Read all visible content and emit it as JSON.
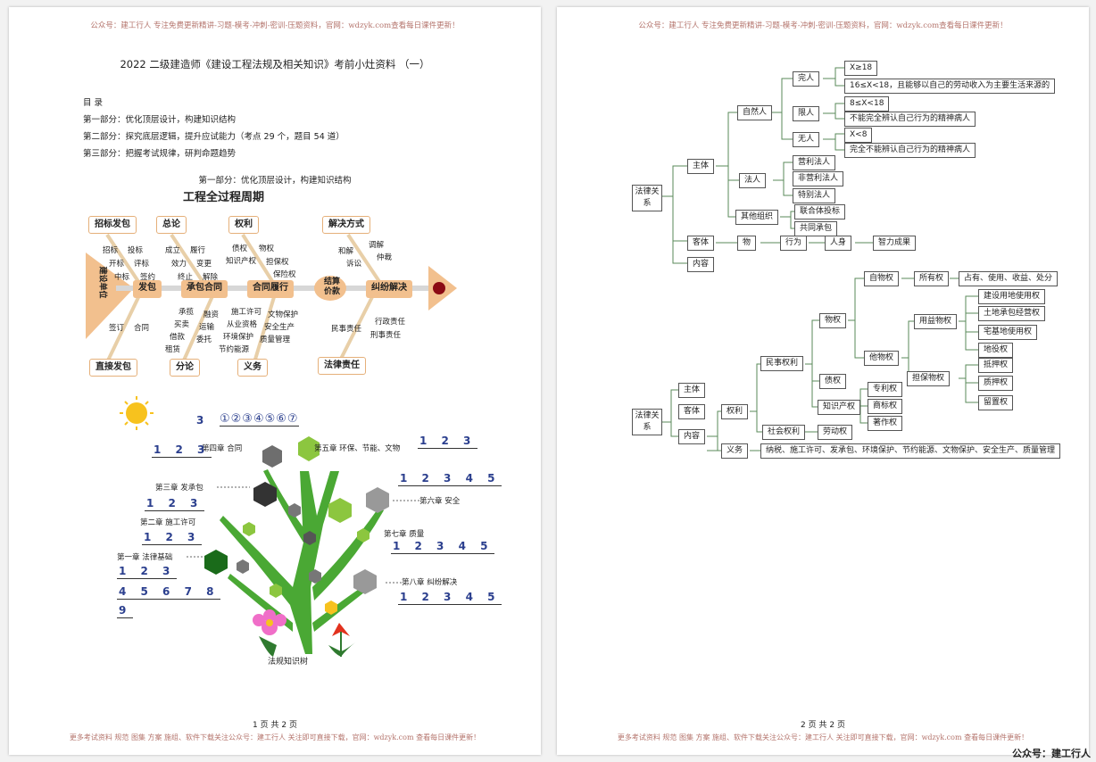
{
  "header": "公众号：建工行人  专注免费更新精讲-习题-模考-冲刺-密训-压题资料，官网：wdzyk.com查看每日课件更新！",
  "footer": "更多考试资料 规范 图集 方案 施组、软件下载关注公众号：建工行人  关注即可直接下载，官网：wdzyk.com 查看每日课件更新！",
  "watermark": "公众号：建工行人",
  "page1": {
    "page_number": "1 页 共 2 页",
    "title": "2022 二级建造师《建设工程法规及相关知识》考前小灶资料 （一）",
    "toc": [
      "目  录",
      "第一部分：优化顶层设计，构建知识结构",
      "第二部分：探究底层逻辑，提升应试能力（考点 29 个，题目 54 道）",
      "第三部分：把握考试规律，研判命题趋势"
    ],
    "section_title": "第一部分：优化顶层设计，构建知识结构",
    "fishbone": {
      "title": "工程全过程周期",
      "head": "建设单位",
      "nodes": [
        "发包",
        "承包合同",
        "合同履行",
        "结算价款",
        "纠纷解决"
      ],
      "top_boxes": [
        "招标发包",
        "总论",
        "权利",
        "解决方式"
      ],
      "bottom_boxes": [
        "直接发包",
        "分论",
        "义务",
        "法律责任"
      ],
      "labels": [
        "招标",
        "投标",
        "开标",
        "评标",
        "中标",
        "签约",
        "成立",
        "履行",
        "效力",
        "变更",
        "终止",
        "解除",
        "债权",
        "物权",
        "知识产权",
        "担保权",
        "保险权",
        "和解",
        "调解",
        "诉讼",
        "仲裁",
        "签订",
        "合同",
        "承揽",
        "融资",
        "买卖",
        "运输",
        "借款",
        "委托",
        "租赁",
        "施工许可",
        "文物保护",
        "从业资格",
        "安全生产",
        "环境保护",
        "质量管理",
        "节约能源",
        "民事责任",
        "行政责任",
        "刑事责任"
      ]
    },
    "tree": {
      "caption": "法规知识树",
      "top": [
        "3",
        "①②③④⑤⑥⑦"
      ],
      "labels": [
        "第四章 合同",
        "第五章 环保、节能、文物",
        "第三章 发承包",
        "第六章 安全",
        "第二章 施工许可",
        "第七章 质量",
        "第一章 法律基础",
        "第八章 纠纷解决"
      ],
      "numbers": [
        "1 2 3",
        "1 2 3",
        "1 2 3 4 5",
        "1 2 3",
        "1 2 3",
        "1 2 3 4 5",
        "1 2 3",
        "4 5 6 7 8",
        "9",
        "1 2 3 4 5"
      ]
    }
  },
  "page2": {
    "page_number": "2 页 共 2 页",
    "diagram1": [
      "法律关系",
      "主体",
      "客体",
      "内容",
      "自然人",
      "法人",
      "其他组织",
      "完人",
      "限人",
      "无人",
      "X≥18",
      "16≤X<18，且能够以自己的劳动收入为主要生活来源的",
      "8≤X<18",
      "不能完全辨认自己行为的精神病人",
      "X<8",
      "完全不能辨认自己行为的精神病人",
      "营利法人",
      "非营利法人",
      "特别法人",
      "联合体投标",
      "共同承包",
      "物",
      "行为",
      "人身",
      "智力成果"
    ],
    "diagram2": [
      "法律关系",
      "主体",
      "客体",
      "内容",
      "权利",
      "义务",
      "民事权利",
      "社会权利",
      "劳动权",
      "物权",
      "债权",
      "知识产权",
      "自物权",
      "他物权",
      "所有权",
      "占有、使用、收益、处分",
      "用益物权",
      "担保物权",
      "建设用地使用权",
      "土地承包经营权",
      "宅基地使用权",
      "地役权",
      "抵押权",
      "质押权",
      "留置权",
      "专利权",
      "商标权",
      "著作权",
      "纳税、施工许可、发承包、环境保护、节约能源、文物保护、安全生产、质量管理"
    ]
  }
}
